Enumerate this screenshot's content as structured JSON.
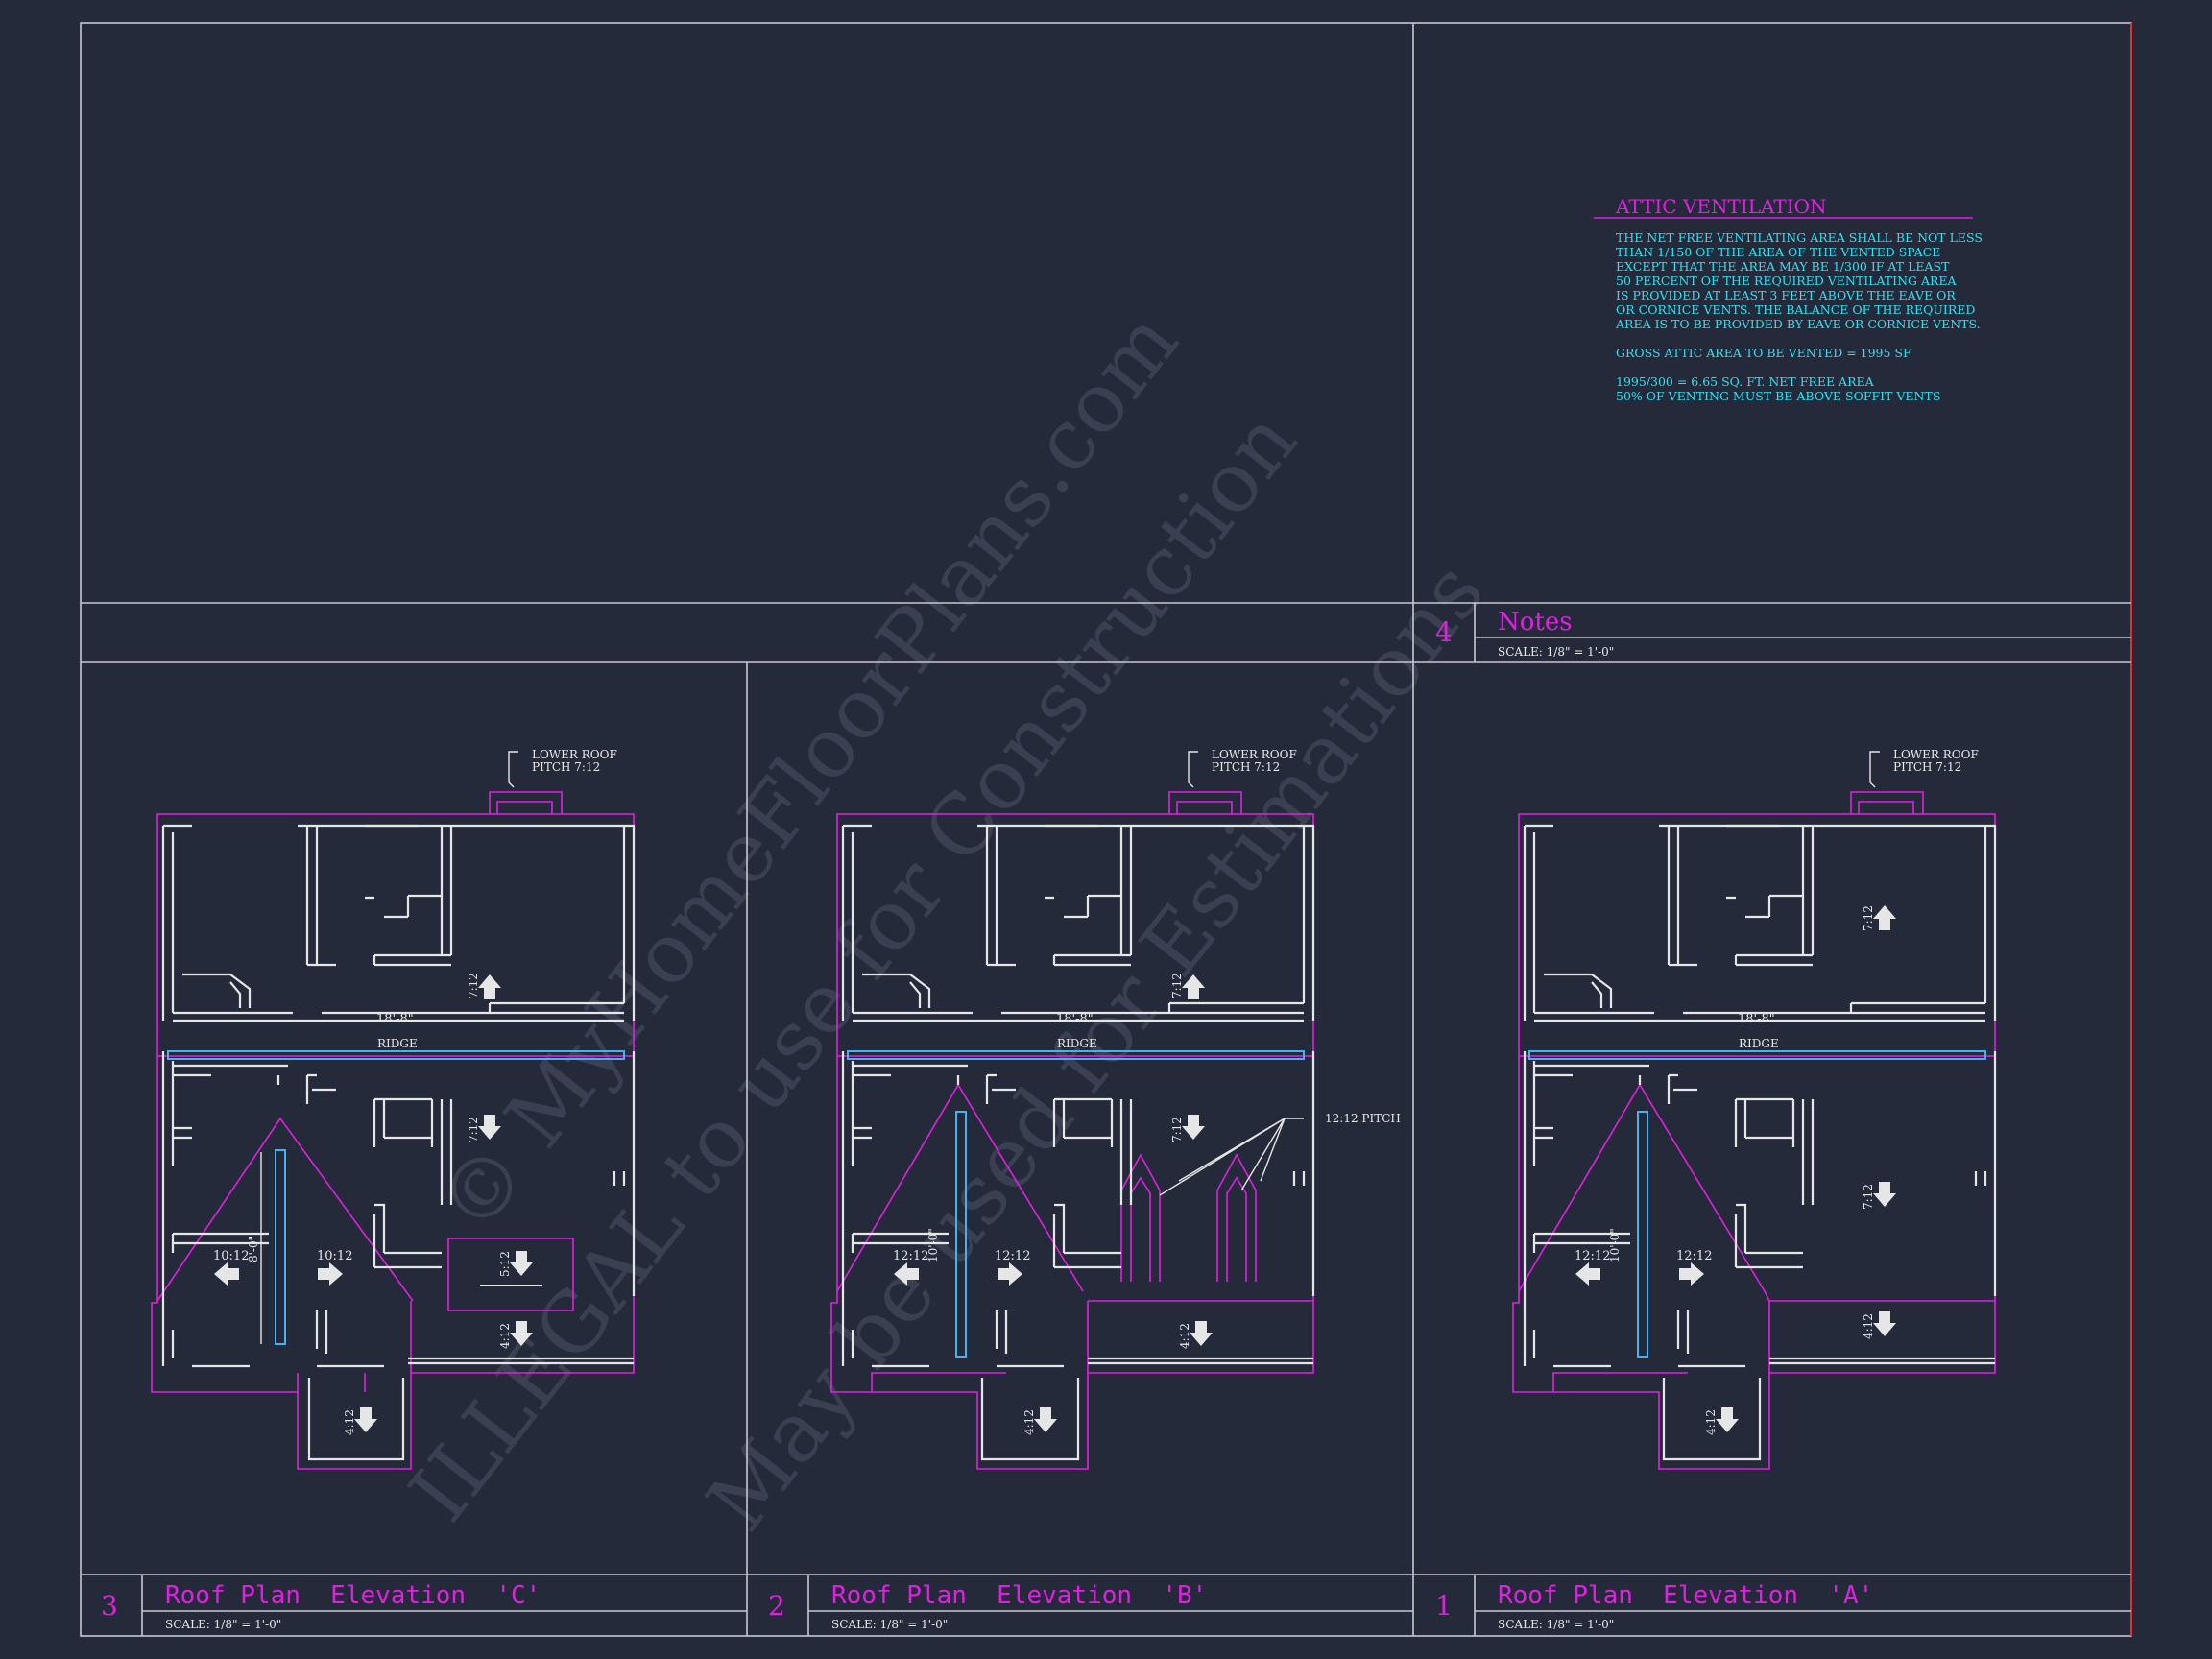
{
  "notes_panel": {
    "number": "4",
    "title": "Notes",
    "scale": "SCALE: 1/8\" = 1'-0\"",
    "heading": "ATTIC VENTILATION",
    "lines": [
      "THE NET FREE VENTILATING AREA SHALL BE NOT LESS",
      "THAN 1/150 OF THE AREA OF THE VENTED SPACE",
      "EXCEPT THAT THE AREA MAY BE 1/300 IF AT LEAST",
      "50 PERCENT OF THE REQUIRED VENTILATING AREA",
      "IS PROVIDED AT LEAST 3 FEET ABOVE THE EAVE OR",
      "OR CORNICE VENTS.  THE BALANCE OF THE REQUIRED",
      "AREA IS TO BE PROVIDED BY EAVE OR CORNICE VENTS."
    ],
    "gross": "GROSS ATTIC AREA TO BE VENTED = 1995 SF",
    "calc": [
      "1995/300 = 6.65 SQ. FT. NET FREE AREA",
      "50% OF VENTING MUST BE ABOVE SOFFIT VENTS"
    ]
  },
  "plans": [
    {
      "number": "3",
      "title": "Roof Plan  Elevation  'C'",
      "scale": "SCALE: 1/8\" = 1'-0\"",
      "callout": [
        "LOWER ROOF",
        "PITCH 7:12"
      ],
      "dim_width": "18'-8\"",
      "ridge": "RIDGE",
      "dim_vertical": "8'-0\"",
      "pitch_upper": "7:12",
      "pitch_mid": "7:12",
      "pitch_left": "10:12",
      "pitch_right": "10:12",
      "pitch_box": "5:12",
      "pitch_lower": "4:12",
      "pitch_porch": "4:12"
    },
    {
      "number": "2",
      "title": "Roof Plan  Elevation  'B'",
      "scale": "SCALE: 1/8\" = 1'-0\"",
      "callout": [
        "LOWER ROOF",
        "PITCH 7:12"
      ],
      "dim_width": "18'-8\"",
      "ridge": "RIDGE",
      "dim_vertical": "10'-0\"",
      "pitch_upper": "7:12",
      "pitch_mid": "7:12",
      "pitch_left": "12:12",
      "pitch_right": "12:12",
      "pitch_lower": "4:12",
      "pitch_porch": "4:12",
      "dormer_note": "12:12 PITCH"
    },
    {
      "number": "1",
      "title": "Roof Plan  Elevation  'A'",
      "scale": "SCALE: 1/8\" = 1'-0\"",
      "callout": [
        "LOWER ROOF",
        "PITCH 7:12"
      ],
      "dim_width": "18'-8\"",
      "ridge": "RIDGE",
      "dim_vertical": "10'-0\"",
      "pitch_upper": "7:12",
      "pitch_mid": "7:12",
      "pitch_left": "12:12",
      "pitch_right": "12:12",
      "pitch_lower": "4:12",
      "pitch_porch": "4:12"
    }
  ],
  "watermark": [
    "© MyHomeFloorPlans.com",
    "ILLEGAL to use for Construction",
    "May be used for Estimations"
  ],
  "colors": {
    "background": "#252a3b",
    "title_magenta": "#e020e0",
    "notes_cyan": "#30e0f0",
    "linework": "#e6e6e6",
    "ridge_blue": "#4ab0f0"
  }
}
